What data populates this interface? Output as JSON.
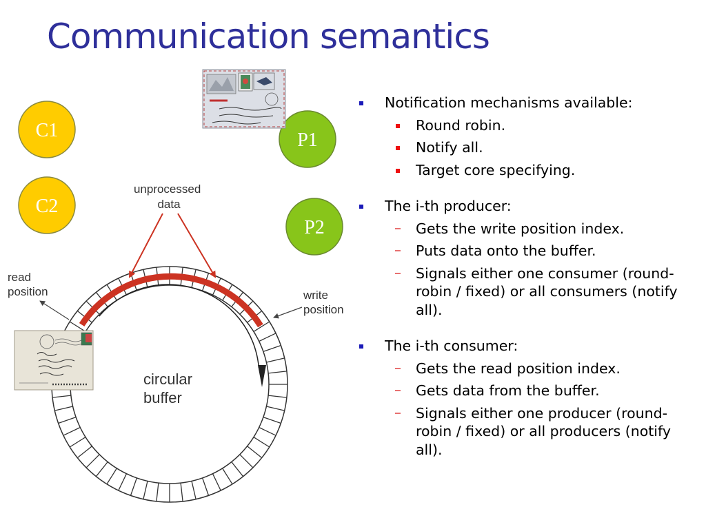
{
  "title": "Communication semantics",
  "colors": {
    "title": "#2e2f9a",
    "node_yellow": "#ffcc00",
    "node_green": "#88c51a",
    "accent_red": "#cc3322",
    "bullet_blue": "#1a1ab8",
    "bullet_red": "#ee1111",
    "dash_red": "#e87070"
  },
  "diagram": {
    "nodes": {
      "c1": "C1",
      "c2": "C2",
      "p1": "P1",
      "p2": "P2"
    },
    "labels": {
      "unprocessed_1": "unprocessed",
      "unprocessed_2": "data",
      "read_1": "read",
      "read_2": "position",
      "write_1": "write",
      "write_2": "position",
      "buffer_1": "circular",
      "buffer_2": "buffer"
    },
    "images": [
      "envelope-image",
      "envelope-image"
    ]
  },
  "bullets": [
    {
      "text": "Notification mechanisms available:",
      "marker": "square",
      "items": [
        "Round robin.",
        "Notify all.",
        "Target core specifying."
      ]
    },
    {
      "text": "The i-th producer:",
      "marker": "dash",
      "items": [
        "Gets the write position index.",
        "Puts data onto the buffer.",
        "Signals either one consumer (round-robin / fixed) or all consumers (notify all)."
      ]
    },
    {
      "text": "The i-th consumer:",
      "marker": "dash",
      "items": [
        "Gets the read position index.",
        "Gets data from the buffer.",
        "Signals either one producer (round-robin / fixed) or all producers (notify all)."
      ]
    }
  ]
}
